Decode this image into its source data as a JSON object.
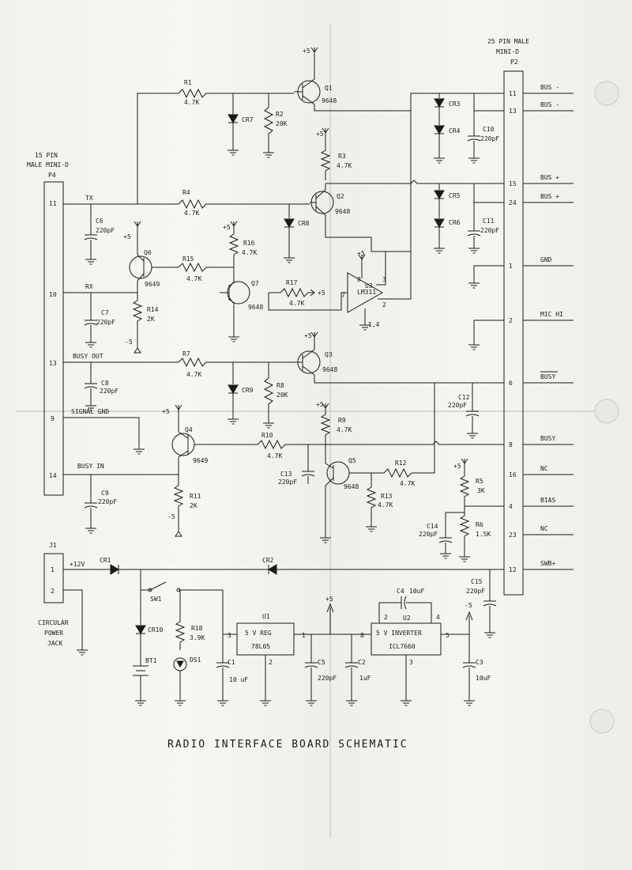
{
  "title": "RADIO INTERFACE BOARD SCHEMATIC",
  "p4": {
    "title1": "15 PIN",
    "title2": "MALE MINI-D",
    "ref": "P4",
    "pins": [
      "11",
      "10",
      "13",
      "9",
      "14"
    ]
  },
  "p2": {
    "title1": "25 PIN MALE",
    "title2": "MINI-D",
    "ref": "P2",
    "pins": [
      "11",
      "13",
      "15",
      "24",
      "1",
      "2",
      "6",
      "8",
      "16",
      "4",
      "23",
      "12"
    ],
    "signals": [
      "BUS -",
      "BUS -",
      "BUS +",
      "BUS +",
      "GND",
      "MIC HI",
      "BUSY",
      "BUSY",
      "NC",
      "BIAS",
      "NC",
      "SWB+"
    ]
  },
  "nets": {
    "tx": "TX",
    "rx": "RX",
    "busy_out": "BUSY OUT",
    "signal_gnd": "SIGNAL GND",
    "busy_in": "BUSY IN",
    "p12v": "+12V"
  },
  "supplies": {
    "p5": "+5",
    "m5": "-5"
  },
  "parts": {
    "r1": [
      "R1",
      "4.7K"
    ],
    "r2": [
      "R2",
      "20K"
    ],
    "r3": [
      "R3",
      "4.7K"
    ],
    "r4": [
      "R4",
      "4.7K"
    ],
    "r5": [
      "R5",
      "3K"
    ],
    "r6": [
      "R6",
      "1.5K"
    ],
    "r7": [
      "R7",
      "4.7K"
    ],
    "r8": [
      "R8",
      "20K"
    ],
    "r9": [
      "R9",
      "4.7K"
    ],
    "r10": [
      "R10",
      "4.7K"
    ],
    "r11": [
      "R11",
      "2K"
    ],
    "r12": [
      "R12",
      "4.7K"
    ],
    "r13": [
      "R13",
      "4.7K"
    ],
    "r14": [
      "R14",
      "2K"
    ],
    "r15": [
      "R15",
      "4.7K"
    ],
    "r16": [
      "R16",
      "4.7K"
    ],
    "r17": [
      "R17",
      "4.7K"
    ],
    "r18": [
      "R18",
      "3.9K"
    ],
    "q1": [
      "Q1",
      "9648"
    ],
    "q2": [
      "Q2",
      "9648"
    ],
    "q3": [
      "Q3",
      "9648"
    ],
    "q4": [
      "Q4",
      "9649"
    ],
    "q5": [
      "Q5",
      "9648"
    ],
    "q6": [
      "Q6",
      "9649"
    ],
    "q7": [
      "Q7",
      "9648"
    ],
    "c1": [
      "C1",
      "10 uF"
    ],
    "c2": [
      "C2",
      "1uF"
    ],
    "c3": [
      "C3",
      "10uF"
    ],
    "c4": [
      "C4",
      "10uF"
    ],
    "c5": [
      "C5",
      "220pF"
    ],
    "c6": [
      "C6",
      "220pF"
    ],
    "c7": [
      "C7",
      "220pF"
    ],
    "c8": [
      "C8",
      "220pF"
    ],
    "c9": [
      "C9",
      "220pF"
    ],
    "c10": [
      "C10",
      "220pF"
    ],
    "c11": [
      "C11",
      "220pF"
    ],
    "c12": [
      "C12",
      "220pF"
    ],
    "c13": [
      "C13",
      "220pF"
    ],
    "c14": [
      "C14",
      "220pF"
    ],
    "c15": [
      "C15",
      "220pF"
    ],
    "cr": [
      "CR1",
      "CR2",
      "CR3",
      "CR4",
      "CR5",
      "CR6",
      "CR7",
      "CR8",
      "CR9",
      "CR10"
    ],
    "u3": [
      "U3",
      "LM311"
    ],
    "u3_pins": [
      "8",
      "3",
      "7",
      "2",
      "1,4"
    ],
    "u1": {
      "ref": "U1",
      "line1": "5 V  REG",
      "line2": "78L05",
      "pins": [
        "3",
        "1",
        "2"
      ]
    },
    "u2": {
      "ref": "U2",
      "line1": "5 V  INVERTER",
      "line2": "ICL7660",
      "pins": [
        "8",
        "2",
        "4",
        "5",
        "3"
      ]
    },
    "sw1": "SW1",
    "bt1": "BT1",
    "ds1": "DS1",
    "j1": {
      "ref": "J1",
      "pins": [
        "1",
        "2"
      ],
      "caption": [
        "CIRCULAR",
        "POWER",
        "JACK"
      ]
    }
  }
}
